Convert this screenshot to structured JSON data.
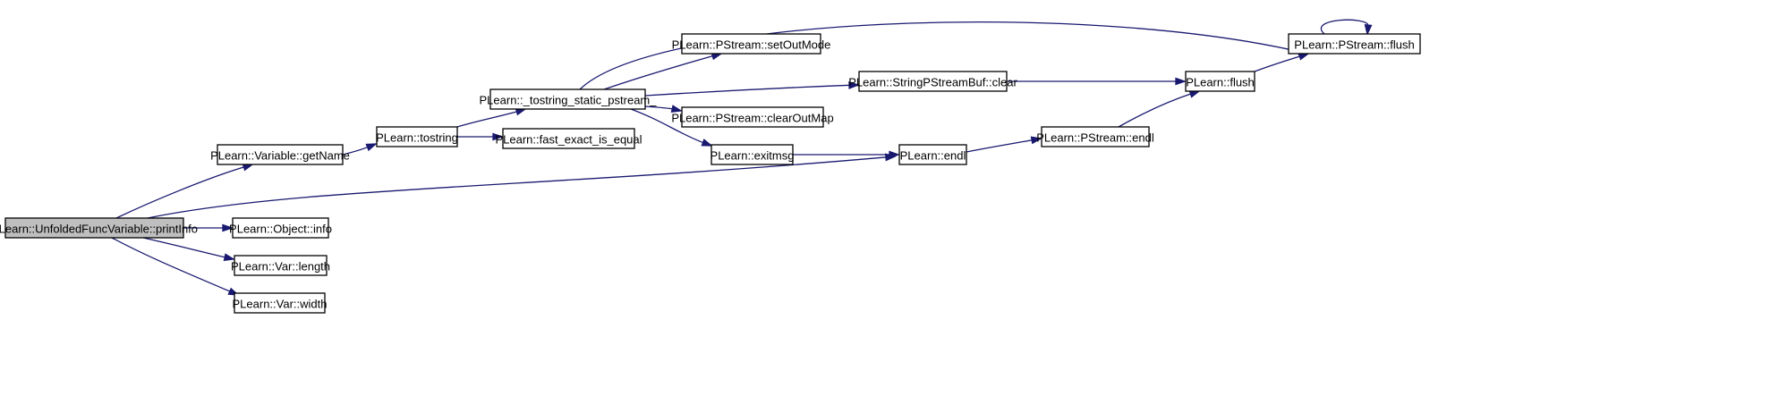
{
  "graph": {
    "root": "n0",
    "nodes": [
      {
        "id": "n0",
        "label": "PLearn::UnfoldedFuncVariable::printInfo"
      },
      {
        "id": "n1",
        "label": "PLearn::Variable::getName"
      },
      {
        "id": "n2",
        "label": "PLearn::tostring"
      },
      {
        "id": "n3",
        "label": "PLearn::_tostring_static_pstream_"
      },
      {
        "id": "n4",
        "label": "PLearn::PStream::setOutMode"
      },
      {
        "id": "n5",
        "label": "PLearn::StringPStreamBuf::clear"
      },
      {
        "id": "n6",
        "label": "PLearn::PStream::clearOutMap"
      },
      {
        "id": "n7",
        "label": "PLearn::exitmsg"
      },
      {
        "id": "n8",
        "label": "PLearn::fast_exact_is_equal"
      },
      {
        "id": "n9",
        "label": "PLearn::endl"
      },
      {
        "id": "n10",
        "label": "PLearn::PStream::endl"
      },
      {
        "id": "n11",
        "label": "PLearn::flush"
      },
      {
        "id": "n12",
        "label": "PLearn::PStream::flush"
      },
      {
        "id": "n13",
        "label": "PLearn::Object::info"
      },
      {
        "id": "n14",
        "label": "PLearn::Var::length"
      },
      {
        "id": "n15",
        "label": "PLearn::Var::width"
      }
    ],
    "edges": [
      {
        "from": "n0",
        "to": "n1"
      },
      {
        "from": "n0",
        "to": "n9"
      },
      {
        "from": "n0",
        "to": "n13"
      },
      {
        "from": "n0",
        "to": "n14"
      },
      {
        "from": "n0",
        "to": "n15"
      },
      {
        "from": "n1",
        "to": "n2"
      },
      {
        "from": "n2",
        "to": "n3"
      },
      {
        "from": "n2",
        "to": "n8"
      },
      {
        "from": "n3",
        "to": "n12"
      },
      {
        "from": "n3",
        "to": "n4"
      },
      {
        "from": "n3",
        "to": "n5"
      },
      {
        "from": "n3",
        "to": "n6"
      },
      {
        "from": "n3",
        "to": "n7"
      },
      {
        "from": "n5",
        "to": "n11"
      },
      {
        "from": "n7",
        "to": "n9"
      },
      {
        "from": "n9",
        "to": "n10"
      },
      {
        "from": "n10",
        "to": "n11"
      },
      {
        "from": "n11",
        "to": "n12"
      },
      {
        "from": "n12",
        "to": "n12"
      }
    ]
  },
  "colors": {
    "edge": "#191970",
    "node_border": "#000000",
    "node_fill": "#ffffff",
    "root_fill": "#bfbfbf",
    "text": "#000000"
  }
}
